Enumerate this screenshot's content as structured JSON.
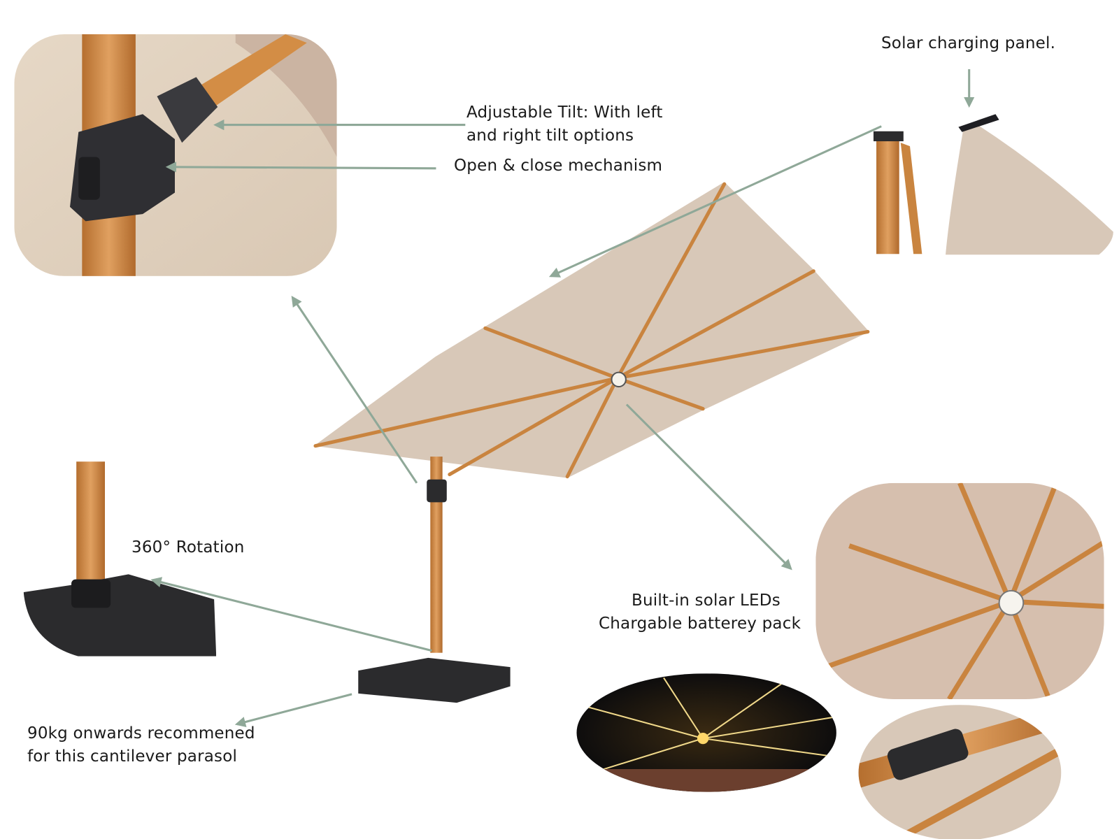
{
  "labels": {
    "solar_panel": "Solar charging panel.",
    "tilt_line1": "Adjustable Tilt: With left",
    "tilt_line2": "and right tilt options",
    "open_close": "Open & close mechanism",
    "rotation": "360° Rotation",
    "leds_line1": "Built-in solar LEDs",
    "leds_line2": "Chargable batterey pack",
    "base_line1": "90kg onwards recommened",
    "base_line2": "for this cantilever parasol"
  },
  "colors": {
    "arrow": "#8fa898",
    "canopy": "#d8c8b8",
    "wood": "#c9843f",
    "base": "#2b2b2d",
    "background": "#ffffff"
  },
  "icons": [
    "arrow-icon",
    "umbrella-illustration",
    "solar-panel-photo",
    "tilt-mechanism-photo",
    "base-photo",
    "led-hub-photo",
    "night-led-photo",
    "remote-control-photo"
  ]
}
